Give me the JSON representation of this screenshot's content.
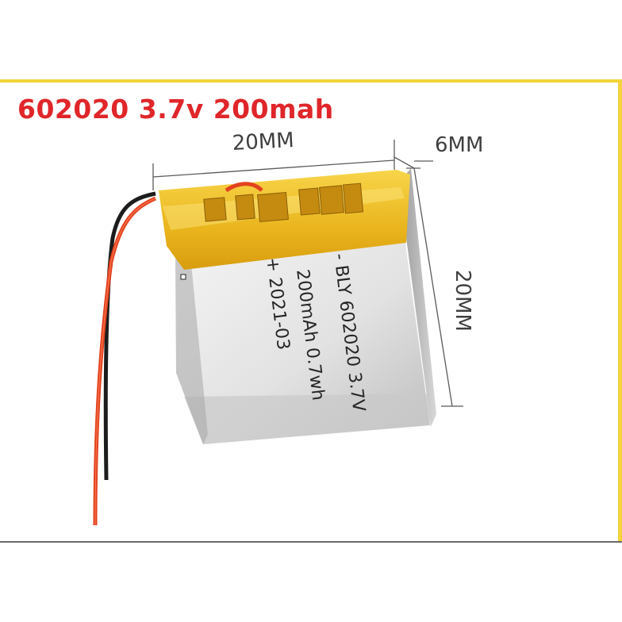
{
  "heading": "602020 3.7v 200mah",
  "dimensions": {
    "width": "20MM",
    "thickness": "6MM",
    "height": "20MM"
  },
  "battery_label": {
    "line1": "- BLY 602020 3.7V",
    "line2": "200mAh 0.7wh",
    "line3": "+ 2021-03"
  },
  "colors": {
    "heading": "#e0262a",
    "frame": "#f5d33a",
    "tape": "#f0c020",
    "wire_red": "#e63b1e",
    "wire_black": "#1a1a1a",
    "silver": "#dcdcdc"
  }
}
